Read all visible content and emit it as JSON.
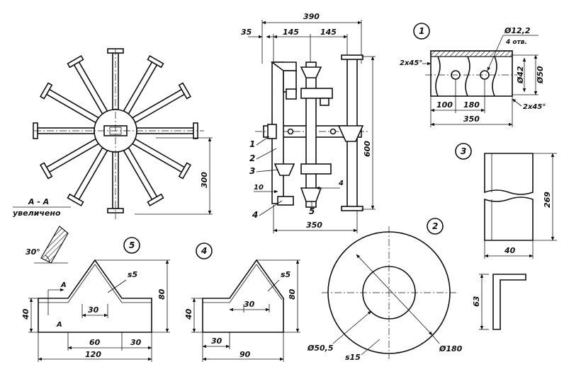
{
  "wheel_view": {
    "section_title": "А - А",
    "section_subtitle": "увеличено",
    "dim_height": "300"
  },
  "assembly": {
    "dim_total_width": "390",
    "dim_offset": "35",
    "dim_pitch_1": "145",
    "dim_pitch_2": "145",
    "dim_height": "600",
    "dim_base_width": "350",
    "dim_gap": "10",
    "dim_thickness": "4",
    "callouts": [
      "1",
      "2",
      "3",
      "4",
      "5"
    ]
  },
  "part1": {
    "number": "1",
    "hole_dia": "Ø12,2",
    "hole_note": "4 отв.",
    "chamfer_left": "2x45°",
    "chamfer_right": "2x45°",
    "inner_dia": "Ø42",
    "outer_dia": "Ø50",
    "dim_a": "100",
    "dim_b": "180",
    "dim_length": "350"
  },
  "part3": {
    "number": "3",
    "dim_height": "269",
    "dim_width": "40",
    "dim_profile": "63"
  },
  "part5": {
    "number": "5",
    "angle": "30°",
    "thickness": "s5",
    "dim_height_left": "40",
    "dim_height_total": "80",
    "dim_tip": "30",
    "dim_mid": "60",
    "dim_right": "30",
    "dim_total": "120",
    "section_mark_top": "A",
    "section_mark_bottom": "A"
  },
  "part4": {
    "number": "4",
    "thickness": "s5",
    "dim_height_left": "40",
    "dim_height_total": "80",
    "dim_tip": "30",
    "dim_left": "30",
    "dim_total": "90"
  },
  "part2": {
    "number": "2",
    "inner_dia": "Ø50,5",
    "outer_dia": "Ø180",
    "thickness": "s15"
  }
}
